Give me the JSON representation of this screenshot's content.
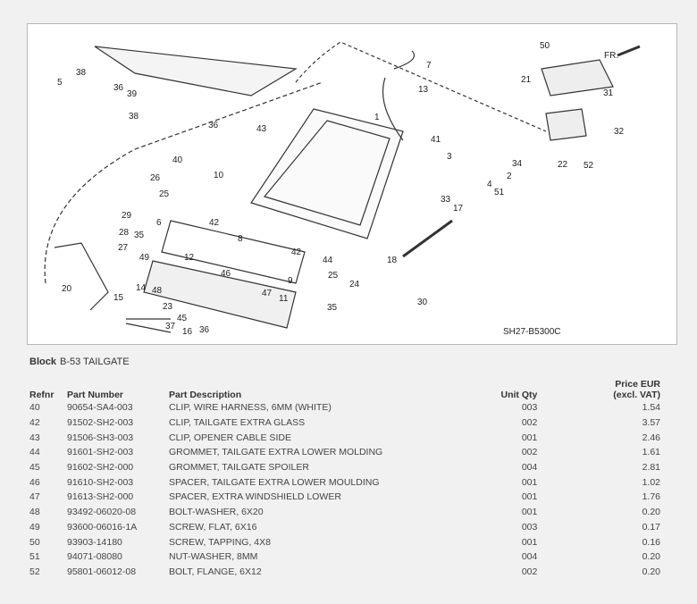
{
  "diagram": {
    "code": "SH27-B5300C",
    "direction_label": "FR.",
    "callouts": [
      "50",
      "7",
      "13",
      "21",
      "31",
      "32",
      "1",
      "41",
      "34",
      "22",
      "52",
      "3",
      "2",
      "4",
      "51",
      "33",
      "17",
      "18",
      "30",
      "24",
      "25",
      "44",
      "42",
      "9",
      "11",
      "35",
      "47",
      "46",
      "8",
      "10",
      "42",
      "40",
      "26",
      "25",
      "6",
      "29",
      "28",
      "27",
      "49",
      "35",
      "12",
      "14",
      "15",
      "48",
      "23",
      "45",
      "16",
      "36",
      "37",
      "20",
      "43",
      "38",
      "36",
      "39",
      "38",
      "36",
      "5"
    ]
  },
  "block": {
    "label": "Block",
    "value": "B-53 TAILGATE"
  },
  "table": {
    "headers": {
      "refnr": "Refnr",
      "part_number": "Part Number",
      "description": "Part Description",
      "qty": "Unit Qty",
      "price_line1": "Price EUR",
      "price_line2": "(excl. VAT)"
    },
    "rows": [
      {
        "refnr": "40",
        "part_number": "90654-SA4-003",
        "description": "CLIP, WIRE HARNESS, 6MM (WHITE)",
        "qty": "003",
        "price": "1.54"
      },
      {
        "refnr": "42",
        "part_number": "91502-SH2-003",
        "description": "CLIP, TAILGATE EXTRA GLASS",
        "qty": "002",
        "price": "3.57"
      },
      {
        "refnr": "43",
        "part_number": "91506-SH3-003",
        "description": "CLIP, OPENER CABLE SIDE",
        "qty": "001",
        "price": "2.46"
      },
      {
        "refnr": "44",
        "part_number": "91601-SH2-003",
        "description": "GROMMET, TAILGATE EXTRA LOWER MOLDING",
        "qty": "002",
        "price": "1.61"
      },
      {
        "refnr": "45",
        "part_number": "91602-SH2-000",
        "description": "GROMMET, TAILGATE SPOILER",
        "qty": "004",
        "price": "2.81"
      },
      {
        "refnr": "46",
        "part_number": "91610-SH2-003",
        "description": "SPACER, TAILGATE EXTRA LOWER MOULDING",
        "qty": "001",
        "price": "1.02"
      },
      {
        "refnr": "47",
        "part_number": "91613-SH2-000",
        "description": "SPACER, EXTRA WINDSHIELD LOWER",
        "qty": "001",
        "price": "1.76"
      },
      {
        "refnr": "48",
        "part_number": "93492-06020-08",
        "description": "BOLT-WASHER, 6X20",
        "qty": "001",
        "price": "0.20"
      },
      {
        "refnr": "49",
        "part_number": "93600-06016-1A",
        "description": "SCREW, FLAT, 6X16",
        "qty": "003",
        "price": "0.17"
      },
      {
        "refnr": "50",
        "part_number": "93903-14180",
        "description": "SCREW, TAPPING, 4X8",
        "qty": "001",
        "price": "0.16"
      },
      {
        "refnr": "51",
        "part_number": "94071-08080",
        "description": "NUT-WASHER, 8MM",
        "qty": "004",
        "price": "0.20"
      },
      {
        "refnr": "52",
        "part_number": "95801-06012-08",
        "description": "BOLT, FLANGE, 6X12",
        "qty": "002",
        "price": "0.20"
      }
    ]
  }
}
